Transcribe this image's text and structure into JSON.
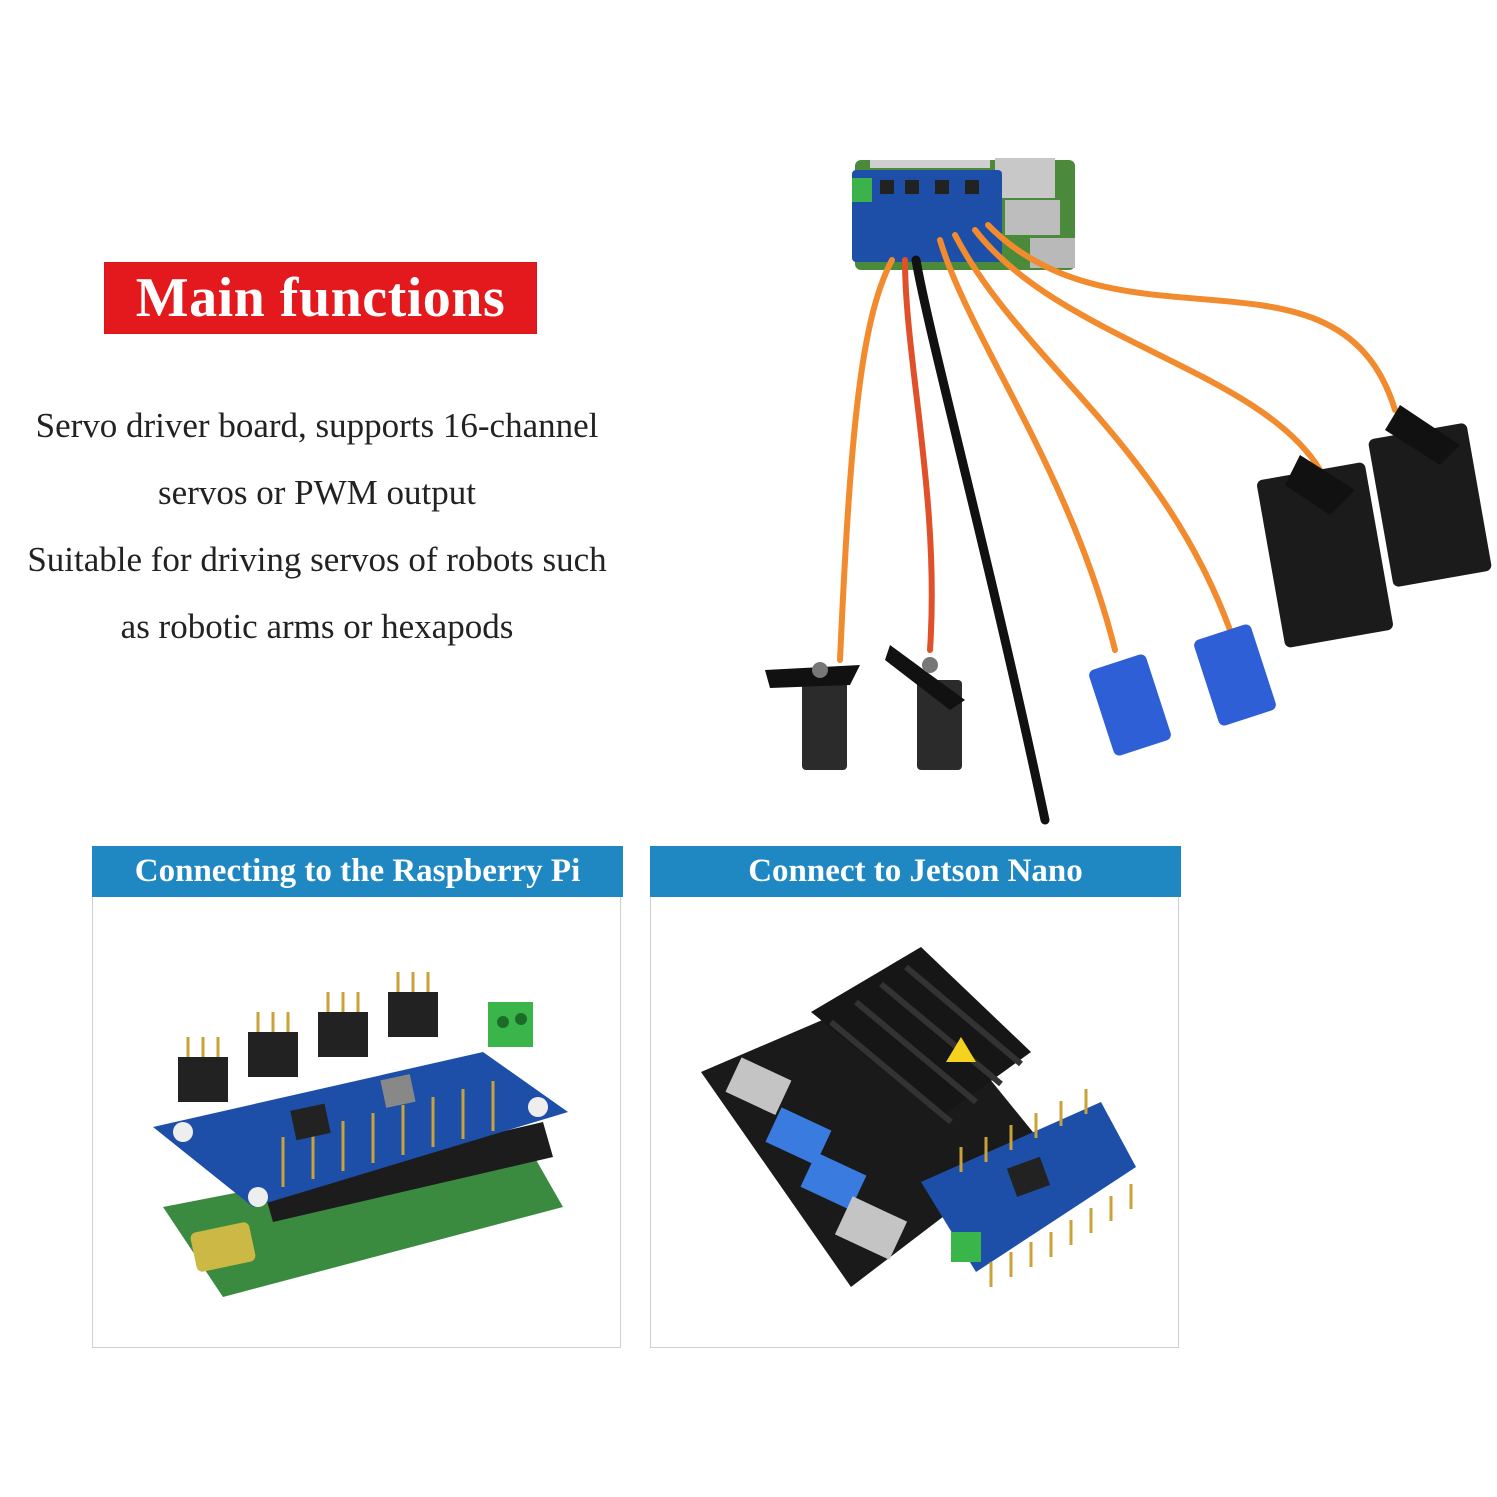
{
  "heading": "Main functions",
  "description": [
    "Servo driver board, supports 16-channel",
    "servos or PWM output",
    "Suitable for driving servos of robots such",
    "as robotic arms or hexapods"
  ],
  "panels": {
    "left": {
      "title": "Connecting to the Raspberry Pi"
    },
    "right": {
      "title": "Connect to Jetson Nano"
    }
  },
  "colors": {
    "heading_bg": "#e3191d",
    "panel_header_bg": "#1f88c2",
    "board_blue": "#1d4fa8",
    "wire_orange": "#f28a2e"
  }
}
